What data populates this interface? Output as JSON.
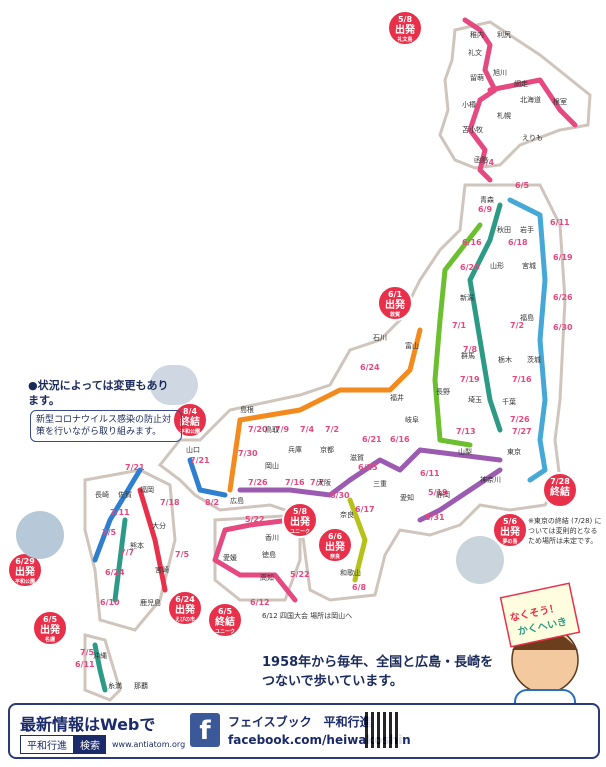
{
  "colors": {
    "red": "#e8304a",
    "pink": "#e5497f",
    "orange": "#f28a1e",
    "green": "#6cbf2e",
    "teal": "#2d9a86",
    "blue": "#2e7fd0",
    "lightblue": "#46a8d6",
    "purple": "#9a5bb0",
    "yellow_green": "#b6c21a",
    "navy": "#1a2a6a",
    "land_fill": "#ffffff",
    "land_stroke": "#cfc5bd"
  },
  "notes": {
    "status": "●状況によっては変更もあります。",
    "covid": "新型コロナウイルス感染の防止対策を行いながら取り組みます。",
    "slogan": "1958年から毎年、全国と広島・長崎をつないで歩いています。",
    "tokyo_end": "※東京の終結 (7/28) については変則的となるため場所は未定です。"
  },
  "footer": {
    "title": "最新情報はWebで",
    "search_label": "平和行進",
    "search_button": "検索",
    "site_url": "www.antiatom.org",
    "fb_label": "フェイスブック　平和行進",
    "fb_url": "facebook.com/heiwakoshin",
    "fb_icon": "f"
  },
  "mascot_flag": "なくそう！かくへいき",
  "badges": [
    {
      "date": "5/8",
      "word": "出発",
      "place": "礼文島",
      "kind": "start"
    },
    {
      "date": "6/1",
      "word": "出発",
      "place": "敦賀",
      "kind": "start"
    },
    {
      "date": "8/4",
      "word": "終結",
      "place": "平和公園",
      "kind": "end"
    },
    {
      "date": "5/8",
      "word": "出発",
      "place": "ユニーク",
      "kind": "start"
    },
    {
      "date": "6/6",
      "word": "出発",
      "place": "奈良",
      "kind": "start"
    },
    {
      "date": "6/5",
      "word": "終結",
      "place": "ユニーク",
      "kind": "end"
    },
    {
      "date": "6/29",
      "word": "出発",
      "place": "平和公園",
      "kind": "start"
    },
    {
      "date": "6/24",
      "word": "出発",
      "place": "えびの市",
      "kind": "start"
    },
    {
      "date": "6/5",
      "word": "出発",
      "place": "名護",
      "kind": "start"
    },
    {
      "date": "7/28",
      "word": "終結",
      "place": "",
      "kind": "end"
    },
    {
      "date": "5/6",
      "word": "出発",
      "place": "夢の島",
      "kind": "start"
    }
  ],
  "places": [
    "稚内",
    "利尻",
    "礼文",
    "留萌",
    "旭川",
    "網走",
    "北海道",
    "根室",
    "小樽",
    "札幌",
    "えりも",
    "苫小牧",
    "函館",
    "青森",
    "秋田",
    "岩手",
    "山形",
    "宮城",
    "新潟",
    "福島",
    "栃木",
    "茨城",
    "群馬",
    "長野",
    "埼玉",
    "千葉",
    "東京",
    "山梨",
    "神奈川",
    "静岡",
    "石川",
    "富山",
    "福井",
    "岐阜",
    "愛知",
    "三重",
    "滋賀",
    "京都",
    "大阪",
    "兵庫",
    "奈良",
    "和歌山",
    "鳥取",
    "岡山",
    "島根",
    "広島",
    "山口",
    "香川",
    "徳島",
    "愛媛",
    "高知",
    "福岡",
    "佐賀",
    "長崎",
    "大分",
    "熊本",
    "宮崎",
    "鹿児島",
    "沖縄",
    "糸満",
    "那覇"
  ],
  "dates": [
    "6/4",
    "6/5",
    "6/9",
    "6/11",
    "6/16",
    "6/18",
    "6/19",
    "6/20",
    "6/26",
    "6/30",
    "6/24",
    "7/1",
    "7/8",
    "7/2",
    "7/19",
    "7/16",
    "7/13",
    "7/26",
    "7/27",
    "7/30",
    "7/20",
    "7/9",
    "7/4",
    "7/2",
    "7/26",
    "7/16",
    "7/7",
    "6/30",
    "6/21",
    "6/16",
    "6/25",
    "6/17",
    "6/11",
    "5/19",
    "5/31",
    "8/2",
    "5/22",
    "5/22",
    "6/8",
    "7/21",
    "7/21",
    "7/11",
    "7/18",
    "7/5",
    "7/7",
    "6/24",
    "7/5",
    "6/10",
    "7/5",
    "6/11",
    "6/12"
  ],
  "legend_note": "6/12 四国大会 場所は岡山へ"
}
